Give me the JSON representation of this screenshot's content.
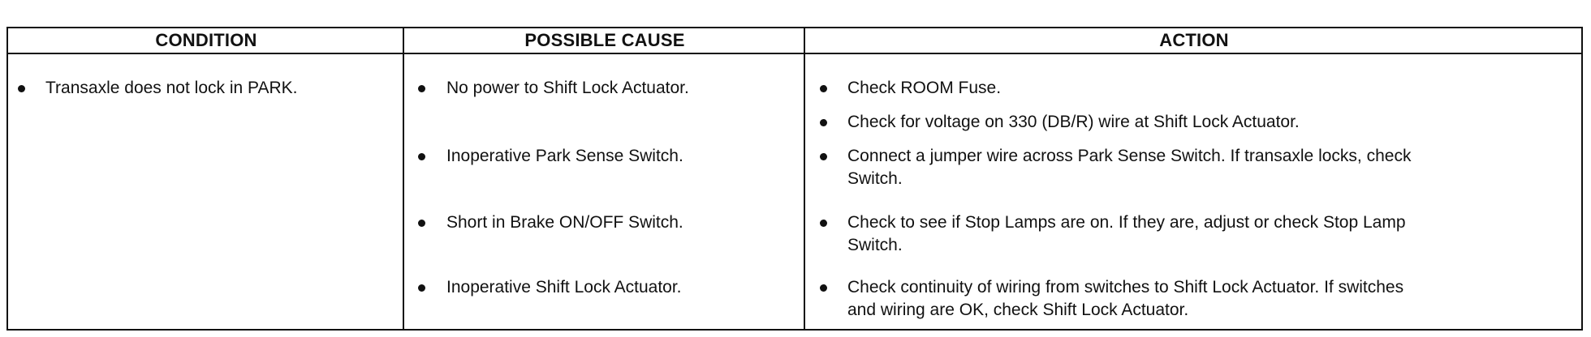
{
  "table": {
    "headers": {
      "condition": "CONDITION",
      "cause": "POSSIBLE CAUSE",
      "action": "ACTION"
    },
    "condition": [
      "Transaxle does not lock in PARK."
    ],
    "causes": [
      "No power to Shift Lock Actuator.",
      "Inoperative Park Sense Switch.",
      "Short in Brake ON/OFF Switch.",
      "Inoperative Shift Lock Actuator."
    ],
    "actions": [
      "Check ROOM Fuse.",
      "Check for voltage on 330 (DB/R) wire at Shift Lock Actuator.",
      "Connect a jumper wire across Park Sense Switch. If transaxle locks, check Switch.",
      "Check to see if Stop Lamps are on. If they are, adjust or check Stop Lamp Switch.",
      "Check continuity of wiring from switches to Shift Lock Actuator. If switches and wiring are OK, check Shift Lock Actuator."
    ]
  }
}
